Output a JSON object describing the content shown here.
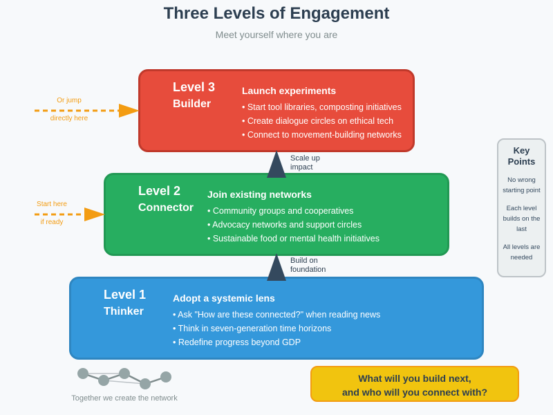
{
  "header": {
    "title": "Three Levels of Engagement",
    "subtitle": "Meet yourself where you are"
  },
  "levels": [
    {
      "number": "Level 3",
      "role": "Builder",
      "heading": "Launch experiments",
      "color": "#e74c3c",
      "items": [
        "• Start tool libraries, composting initiatives",
        "• Create dialogue circles on ethical tech",
        "• Connect to movement-building networks"
      ]
    },
    {
      "number": "Level 2",
      "role": "Connector",
      "heading": "Join existing networks",
      "color": "#27ae60",
      "items": [
        "• Community groups and cooperatives",
        "• Advocacy networks and support circles",
        "• Sustainable food or mental health initiatives"
      ]
    },
    {
      "number": "Level 1",
      "role": "Thinker",
      "heading": "Adopt a systemic lens",
      "color": "#3498db",
      "items": [
        "• Ask \"How are these connected?\" when reading news",
        "• Think in seven-generation time horizons",
        "• Redefine progress beyond GDP"
      ]
    }
  ],
  "connectors": {
    "scale_up": [
      "Scale up",
      "impact"
    ],
    "build_on": [
      "Build on",
      "foundation"
    ]
  },
  "entry_points": {
    "level3": [
      "Or jump",
      "directly here"
    ],
    "level2": [
      "Start here",
      "if ready"
    ],
    "color": "#f39c12"
  },
  "key_points": {
    "title": "Key Points",
    "items": [
      "No wrong starting point",
      "Each level builds on the last",
      "All levels are needed"
    ]
  },
  "footer": {
    "network_caption": "Together we create the network",
    "cta_line1": "What will you build next,",
    "cta_line2": "and who will you connect with?"
  }
}
